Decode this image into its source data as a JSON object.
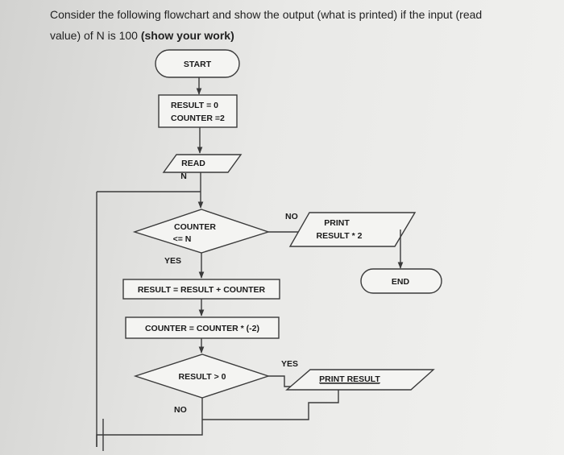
{
  "question": {
    "line1": "Consider the following flowchart and show the output (what is printed) if the input (read",
    "line2_prefix": "value) of N is 100 ",
    "line2_bold": "(show your work)"
  },
  "flowchart": {
    "start": "START",
    "init_line1": "RESULT  = 0",
    "init_line2": "COUNTER =2",
    "read_line1": "READ",
    "read_line2": "N",
    "decision1_line1": "COUNTER",
    "decision1_line2": "<= N",
    "yes1": "YES",
    "no1": "NO",
    "print1_line1": "PRINT",
    "print1_line2": "RESULT * 2",
    "end": "END",
    "assign_result": "RESULT  =  RESULT + COUNTER",
    "assign_counter": "COUNTER  =  COUNTER  * (-2)",
    "decision2": "RESULT  > 0",
    "yes2": "YES",
    "no2": "NO",
    "print2": "PRINT  RESULT"
  }
}
